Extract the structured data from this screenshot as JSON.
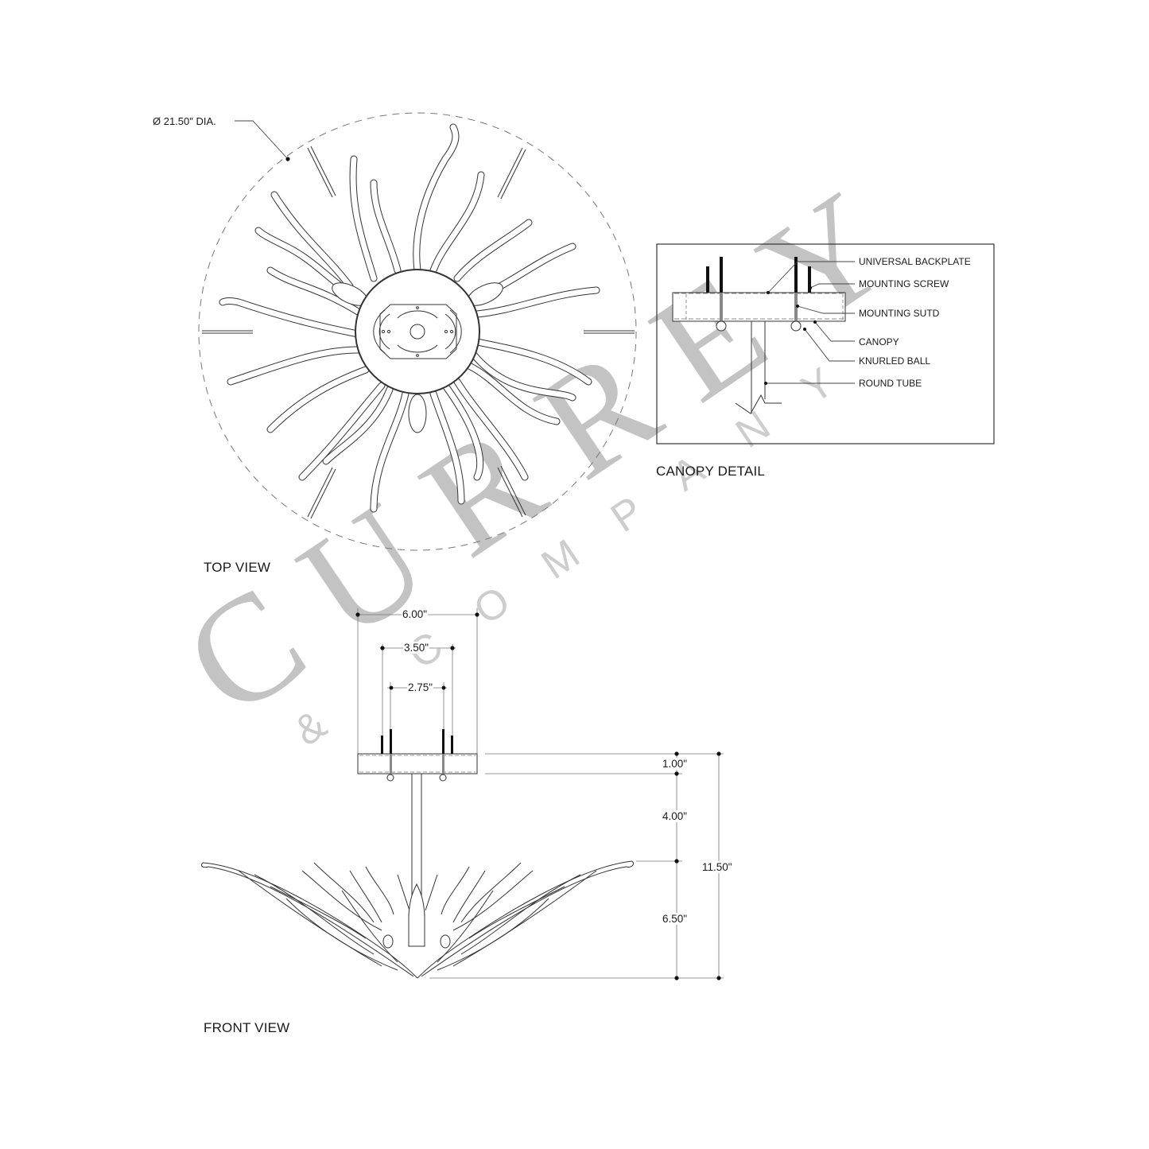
{
  "drawing": {
    "top_view": {
      "title": "TOP VIEW",
      "diameter_label": "Ø 21.50\" DIA."
    },
    "canopy_detail": {
      "title": "CANOPY DETAIL",
      "callouts": [
        "UNIVERSAL BACKPLATE",
        "MOUNTING SCREW",
        "MOUNTING SUTD",
        "CANOPY",
        "KNURLED BALL",
        "ROUND TUBE"
      ]
    },
    "front_view": {
      "title": "FRONT VIEW",
      "horizontal_dims": [
        "6.00\"",
        "3.50\"",
        "2.75\""
      ],
      "vertical_dims": [
        "1.00\"",
        "4.00\"",
        "6.50\"",
        "11.50\""
      ]
    },
    "watermark": {
      "main": "CURREY",
      "sub": "& COMPANY",
      "color": "#b9b9b9"
    },
    "colors": {
      "line": "#2a2a2a",
      "dim_line": "#555555",
      "background": "#ffffff"
    }
  }
}
